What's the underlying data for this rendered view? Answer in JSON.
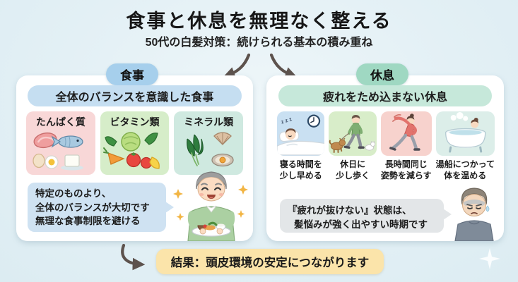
{
  "page": {
    "title": "食事と休息を無理なく整える",
    "subtitle": "50代の白髪対策：続けられる基本の積み重ね"
  },
  "diet": {
    "badge": "食事",
    "header": "全体のバランスを意識した食事",
    "nutrients": [
      {
        "label": "たんぱく質",
        "icon": "protein-foods-illustration"
      },
      {
        "label": "ビタミン類",
        "icon": "vitamin-vegetables-illustration"
      },
      {
        "label": "ミネラル類",
        "icon": "mineral-foods-illustration"
      }
    ],
    "note_lines": [
      "特定のものより、",
      "全体のバランスが大切です",
      "無理な食事制限を避ける"
    ],
    "illustration": "happy-senior-man-holding-meal-tray"
  },
  "rest": {
    "badge": "休息",
    "header": "疲れをため込まない休息",
    "tips": [
      {
        "label_line1": "寝る時間を",
        "label_line2": "少し早める",
        "icon": "sleeping-person-with-clock-illustration"
      },
      {
        "label_line1": "休日に",
        "label_line2": "少し歩く",
        "icon": "walking-with-dog-illustration"
      },
      {
        "label_line1": "長時間同じ",
        "label_line2": "姿勢を減らす",
        "icon": "stretching-person-illustration"
      },
      {
        "label_line1": "湯船につかって",
        "label_line2": "体を温める",
        "icon": "bathtub-illustration"
      }
    ],
    "sleep_zzz": "z z z",
    "note_lines": [
      "『疲れが抜けない』状態は、",
      "髪悩みが強く出やすい時期です"
    ],
    "illustration": "tired-senior-man"
  },
  "result": {
    "label": "結果：頭皮環境の安定につながります"
  },
  "decorations": {
    "split_arrows": "two-curved-arrows-pointing-to-panels",
    "bottom_arrow": "curved-arrow-to-result",
    "corner_sparkle": "white-four-point-sparkle"
  },
  "colors": {
    "background": "#e3f0f5",
    "panel": "#ffffff",
    "diet_badge": "#a6cfec",
    "diet_header": "#c5def1",
    "protein_box": "#f8d7d7",
    "vitamin_box": "#d6edc9",
    "mineral_box": "#cfe9e0",
    "diet_note_bubble": "#cfe2f2",
    "rest_badge": "#9fd8c2",
    "rest_header": "#c6e8da",
    "sleep_box": "#c9e0f2",
    "walk_box": "#d8edc9",
    "stretch_box": "#f7d2cd",
    "bath_box": "#dceee9",
    "rest_note_bubble": "#e3e6e8",
    "result_badge": "#fbe4aa",
    "arrow": "#5d524d",
    "text": "#1c1c1c"
  }
}
